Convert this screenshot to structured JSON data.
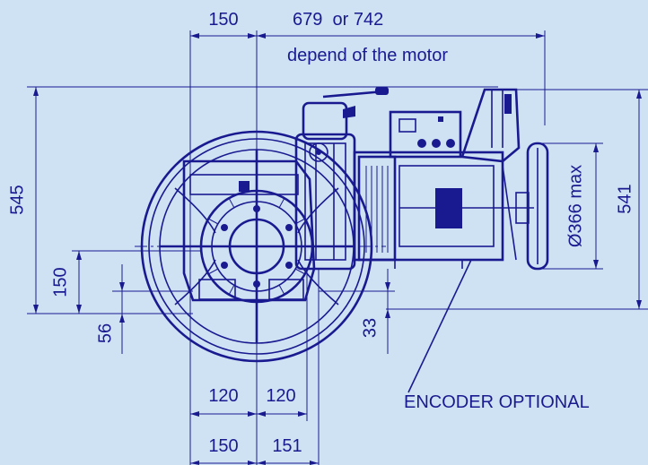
{
  "colors": {
    "background": "#cfe2f3",
    "ink": "#1a1a90"
  },
  "dimensions": {
    "top_left_width": "150",
    "top_right_width": "679  or 742",
    "top_note": "depend of the motor",
    "left_height": "545",
    "right_height": "541",
    "handwheel_diameter": "Ø366 max",
    "left_offset": "150",
    "bottom_left_offset": "56",
    "shaft_offset": "33",
    "lower_left_half": "120",
    "lower_right_half": "120",
    "bottom_left": "150",
    "bottom_right": "151"
  },
  "labels": {
    "encoder": "ENCODER OPTIONAL"
  }
}
